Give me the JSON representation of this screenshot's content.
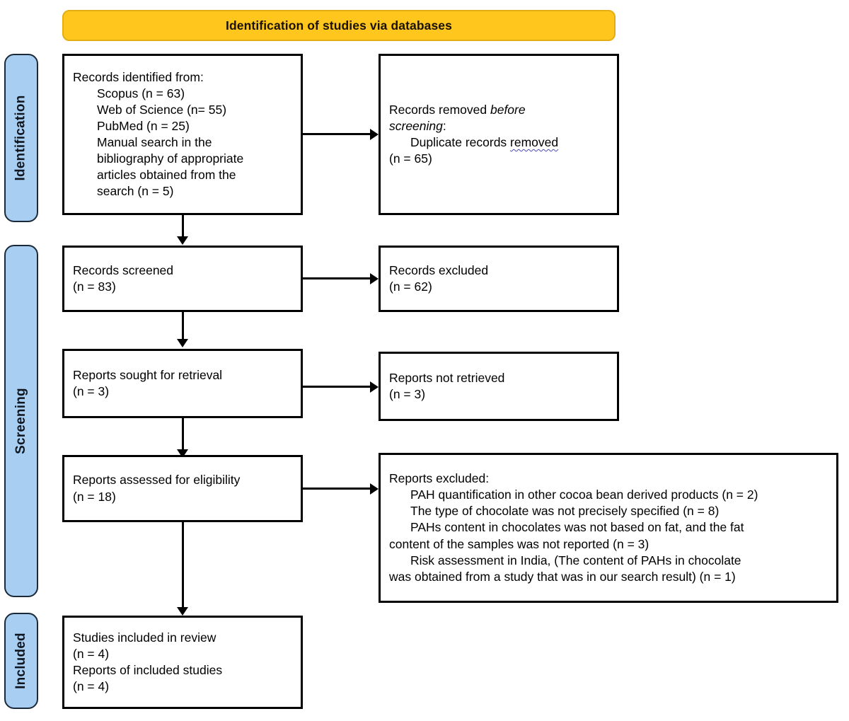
{
  "figure": {
    "type": "prisma-flow-diagram",
    "banner": {
      "title": "Identification of studies via databases",
      "color": "#ffc61e"
    },
    "stages": [
      {
        "id": "identification",
        "label": "Identification",
        "color": "#a8cef2"
      },
      {
        "id": "screening",
        "label": "Screening",
        "color": "#a8cef2"
      },
      {
        "id": "included",
        "label": "Included",
        "color": "#a8cef2"
      }
    ],
    "boxes": {
      "records_identified": {
        "l1": "Records identified from:",
        "l2": "Scopus (n = 63)",
        "l3": "Web of Science (n= 55)",
        "l4": "PubMed (n = 25)",
        "l5": "Manual search in the",
        "l6": "bibliography of appropriate",
        "l7": "articles obtained from the",
        "l8": "search (n = 5)"
      },
      "records_removed": {
        "l1a": "Records removed ",
        "l1b": "before",
        "l2a": "screening",
        "l2b": ":",
        "l3a": "Duplicate records ",
        "l3b": "removed",
        "l4": "(n = 65)"
      },
      "records_screened": {
        "l1": "Records screened",
        "l2": "(n = 83)"
      },
      "records_excluded": {
        "l1": "Records excluded",
        "l2": "(n = 62)"
      },
      "reports_sought": {
        "l1": "Reports sought for retrieval",
        "l2": "(n = 3)"
      },
      "reports_not_retrieved": {
        "l1": "Reports not retrieved",
        "l2": "(n = 3)"
      },
      "reports_assessed": {
        "l1": "Reports assessed for eligibility",
        "l2": "(n = 18)"
      },
      "reports_excluded": {
        "l1": "Reports excluded:",
        "l2": "PAH quantification in other cocoa bean derived products (n = 2)",
        "l3": "The type of chocolate was not precisely specified (n = 8)",
        "l4": "PAHs content in chocolates was not based on fat, and the fat",
        "l5": "content of the samples was not reported (n = 3)",
        "l6": "Risk assessment in India, (The content of PAHs in chocolate",
        "l7": "was obtained from a study that was in our search result) (n = 1)"
      },
      "studies_included": {
        "l1": "Studies included in review",
        "l2": "(n = 4)",
        "l3": "Reports of included studies",
        "l4": "(n = 4)"
      }
    }
  }
}
